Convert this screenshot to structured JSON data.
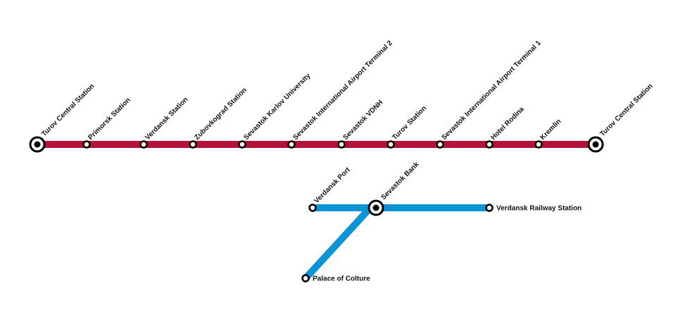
{
  "colors": {
    "red_line": "#b5123a",
    "blue_line": "#0b95d6",
    "station_stroke": "#000000",
    "station_fill": "#ffffff"
  },
  "red_line": {
    "stations": [
      {
        "name": "Turov Central Station",
        "interchange": true
      },
      {
        "name": "Primorsk Station",
        "interchange": false
      },
      {
        "name": "Verdansk Station",
        "interchange": false
      },
      {
        "name": "Zubovkograd Station",
        "interchange": false
      },
      {
        "name": "Sevastok Karlov University",
        "interchange": false
      },
      {
        "name": "Sevastok International Airport Terminal 2",
        "interchange": false
      },
      {
        "name": "Sevastok VDNH",
        "interchange": false
      },
      {
        "name": "Turov Station",
        "interchange": false
      },
      {
        "name": "Sevastok International Airport Terminal 1",
        "interchange": false
      },
      {
        "name": "Hotel Rodina",
        "interchange": false
      },
      {
        "name": "Kremlin",
        "interchange": false
      },
      {
        "name": "Turov Central Station",
        "interchange": true
      }
    ]
  },
  "blue_line": {
    "stations": [
      {
        "name": "Verdansk Port",
        "interchange": false
      },
      {
        "name": "Sevastok Bank",
        "interchange": true
      },
      {
        "name": "Verdansk Railway Station",
        "interchange": false
      },
      {
        "name": "Palace of Colture",
        "interchange": false
      }
    ]
  }
}
